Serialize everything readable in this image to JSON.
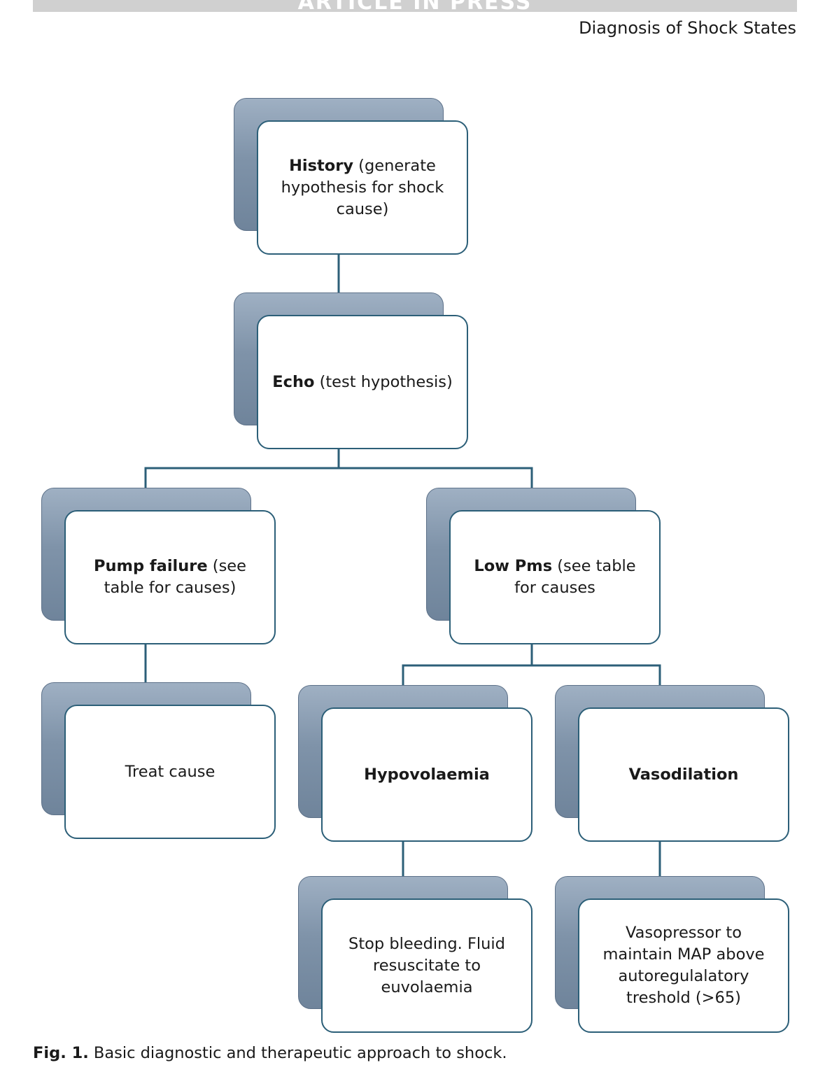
{
  "header": {
    "banner": "ARTICLE IN PRESS",
    "running_title": "Diagnosis of Shock States"
  },
  "diagram": {
    "nodes": {
      "history": {
        "bold": "History",
        "rest": " (generate hypothesis for shock cause)"
      },
      "echo": {
        "bold": "Echo",
        "rest": " (test hypothesis)"
      },
      "pump_failure": {
        "bold": "Pump failure",
        "rest": " (see table for causes)"
      },
      "low_pms": {
        "bold": "Low Pms",
        "rest": " (see table for causes"
      },
      "treat_cause": {
        "bold": "",
        "rest": "Treat cause"
      },
      "hypovolaemia": {
        "bold": "Hypovolaemia",
        "rest": ""
      },
      "vasodilation": {
        "bold": "Vasodilation",
        "rest": ""
      },
      "stop_bleeding": {
        "bold": "",
        "rest": "Stop bleeding. Fluid resuscitate to euvolaemia"
      },
      "vasopressor": {
        "bold": "",
        "rest": "Vasopressor to maintain MAP above autoregulalatory treshold (>65)"
      }
    },
    "edges": [
      [
        "history",
        "echo"
      ],
      [
        "echo",
        "pump_failure"
      ],
      [
        "echo",
        "low_pms"
      ],
      [
        "pump_failure",
        "treat_cause"
      ],
      [
        "low_pms",
        "hypovolaemia"
      ],
      [
        "low_pms",
        "vasodilation"
      ],
      [
        "hypovolaemia",
        "stop_bleeding"
      ],
      [
        "vasodilation",
        "vasopressor"
      ]
    ],
    "colors": {
      "connector": "#2c5f78",
      "node_border": "#2c5f78",
      "node_back": "#7f93a9"
    }
  },
  "caption": {
    "label": "Fig. 1.",
    "text": " Basic diagnostic and therapeutic approach to shock."
  }
}
